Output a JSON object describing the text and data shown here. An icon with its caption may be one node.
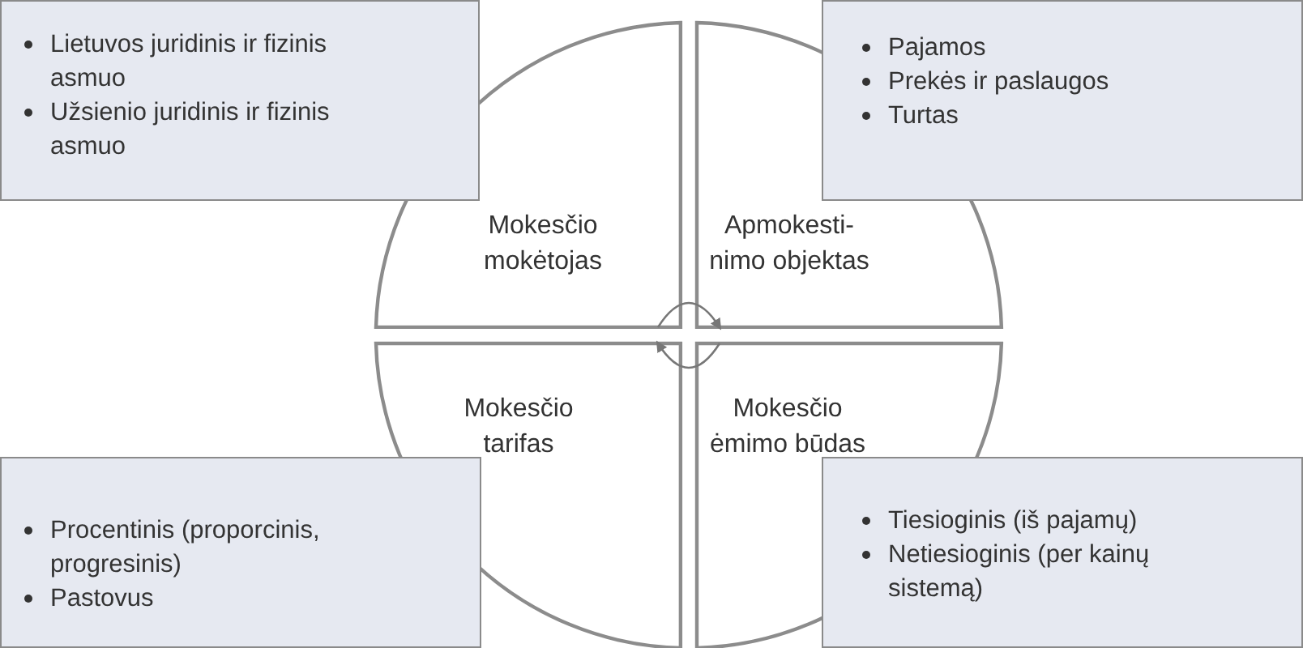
{
  "diagram": {
    "nodes": [
      {
        "text": [
          "Lietuvos juridinis ir fizinis asmuo",
          "Užsienio juridinis ir fizinis asmuo"
        ]
      },
      {
        "text": [
          "Pajamos",
          "Prekės ir paslaugos",
          "Turtas"
        ]
      },
      {
        "text": [
          "Mokesčio mokėtojas"
        ]
      },
      {
        "text": [
          "Apmokesti- nimo objektas"
        ]
      },
      {
        "text": [
          "Mokesčio tarifas"
        ]
      },
      {
        "text": [
          "Mokesčio ėmimo būdas"
        ]
      },
      {
        "text": [
          "Procentinis (proporcinis, progresinis)",
          "Pastovus"
        ]
      },
      {
        "text": [
          "Tiesioginis (iš pajamų)",
          "Netiesioginis (per kainų sistemą)"
        ]
      }
    ],
    "edges": [
      {
        "from": 2,
        "to": 3,
        "arrow": "to"
      },
      {
        "from": 5,
        "to": 4,
        "arrow": "to"
      }
    ]
  }
}
